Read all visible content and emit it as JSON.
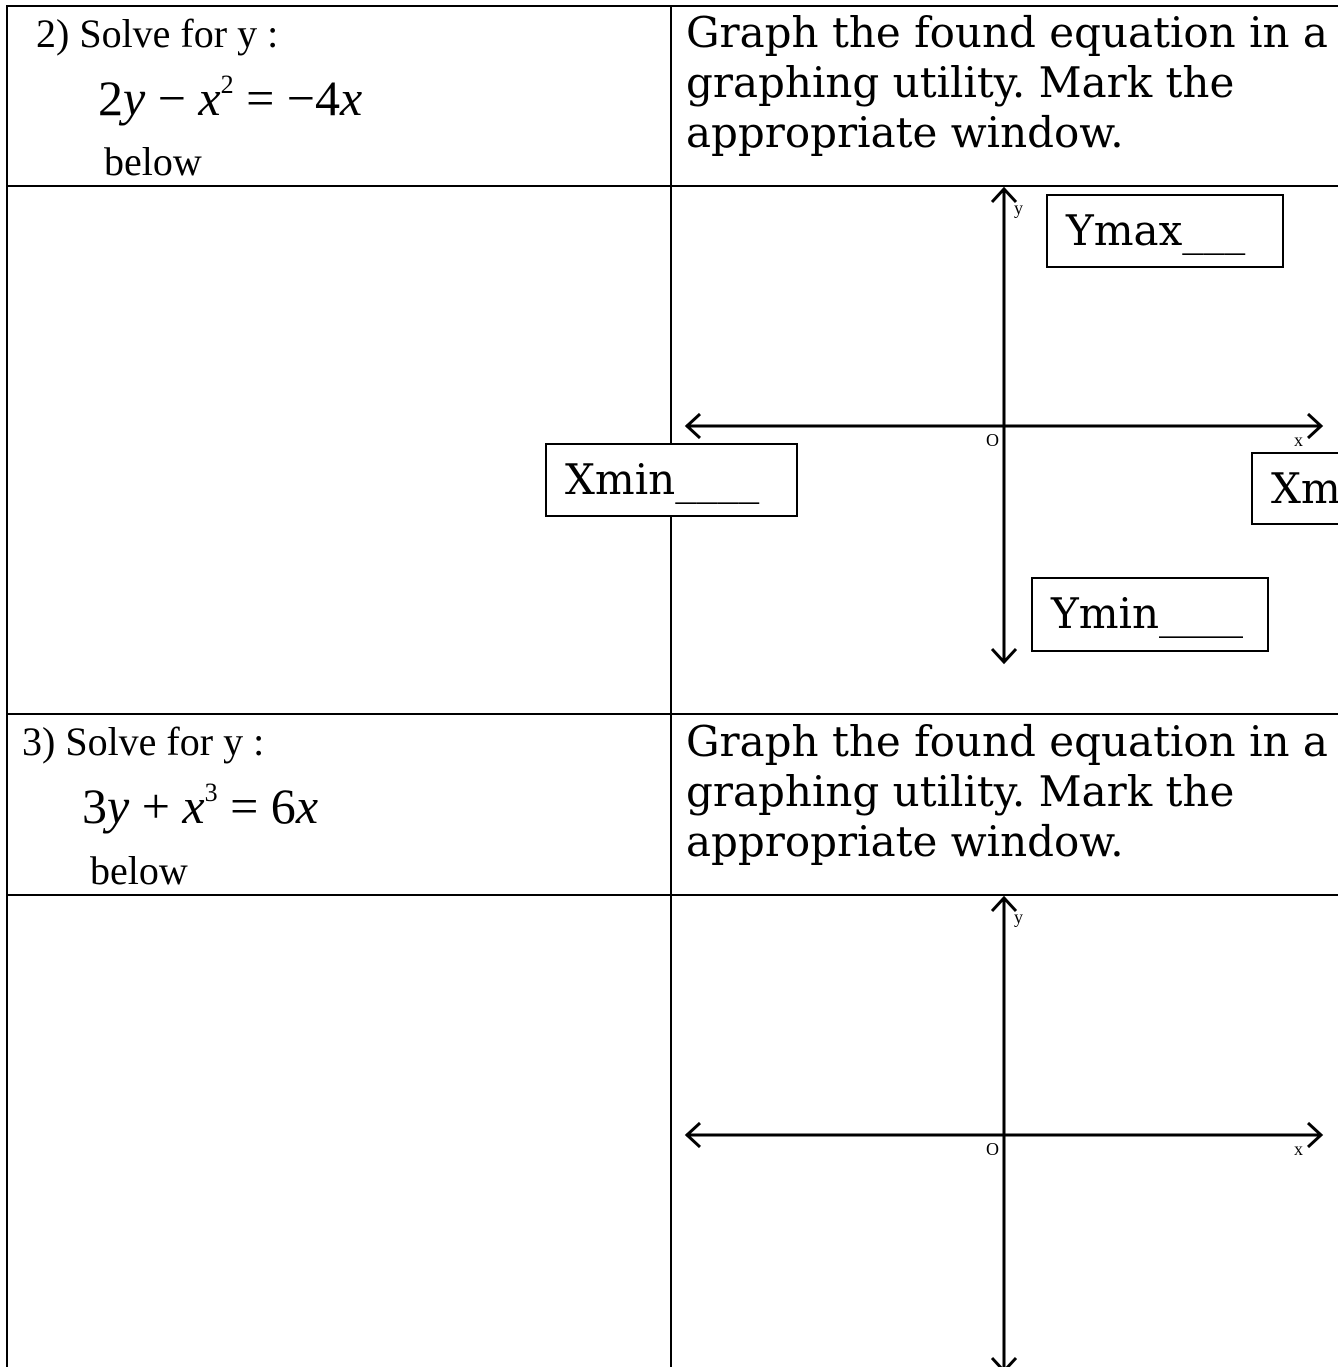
{
  "problems": [
    {
      "number_label": "2) Solve for y :",
      "equation": {
        "coef": "2",
        "var1": "y",
        "op1": " − ",
        "var2": "x",
        "exp": "2",
        "rhs": " = −4",
        "rhs_var": "x"
      },
      "below_label": "below",
      "instruction_lines": [
        "Graph the found equation in a",
        "graphing utility.  Mark the",
        "appropriate window."
      ],
      "graph": {
        "y_axis_label": "y",
        "x_axis_label": "x",
        "origin_label": "O",
        "window_boxes": {
          "ymax": "Ymax___",
          "xmin": "Xmin____",
          "xmax": "Xmax____",
          "ymin": "Ymin____"
        }
      }
    },
    {
      "number_label": "3) Solve for y :",
      "equation": {
        "coef": "3",
        "var1": "y",
        "op1": " + ",
        "var2": "x",
        "exp": "3",
        "rhs": " = 6",
        "rhs_var": "x"
      },
      "below_label": "below",
      "instruction_lines": [
        "Graph the found equation in a",
        "graphing utility.  Mark the",
        "appropriate window."
      ],
      "graph": {
        "y_axis_label": "y",
        "x_axis_label": "x",
        "origin_label": "O"
      }
    }
  ]
}
